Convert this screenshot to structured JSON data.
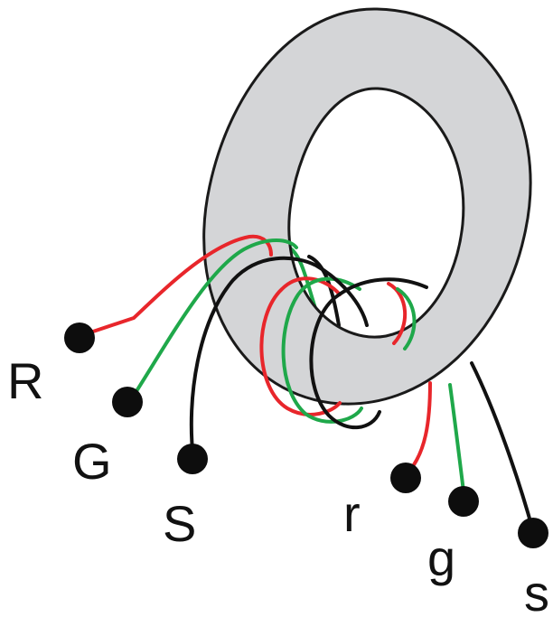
{
  "colors": {
    "core_fill": "#d4d5d7",
    "core_stroke": "#1a1a1a",
    "red_wire": "#e8262b",
    "green_wire": "#1fa84a",
    "black_wire": "#111111",
    "terminal": "#0d0d0d"
  },
  "labels": {
    "R": "R",
    "G": "G",
    "S": "S",
    "r": "r",
    "g": "g",
    "s": "s"
  }
}
